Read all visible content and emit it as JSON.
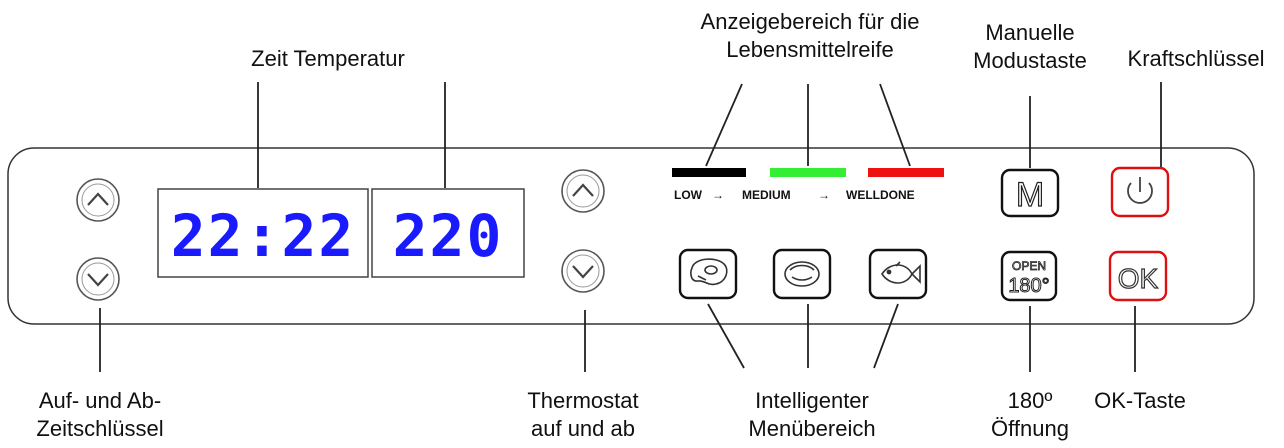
{
  "labels": {
    "time_temp": "Zeit Temperatur",
    "maturity_line1": "Anzeigebereich für die",
    "maturity_line2": "Lebensmittelreife",
    "manual_line1": "Manuelle",
    "manual_line2": "Modustaste",
    "power": "Kraftschlüssel",
    "updown_line1": "Auf- und Ab-",
    "updown_line2": "Zeitschlüssel",
    "thermo_line1": "Thermostat",
    "thermo_line2": "auf und ab",
    "smart_line1": "Intelligenter",
    "smart_line2": "Menübereich",
    "open_line1": "180º",
    "open_line2": "Öffnung",
    "ok_label": "OK-Taste"
  },
  "display": {
    "time": "22:22",
    "temperature": "220",
    "digit_color": "#1a1aff"
  },
  "maturity": {
    "low": "LOW",
    "medium": "MEDIUM",
    "welldone": "WELLDONE",
    "arrow": "→",
    "low_color": "#000000",
    "medium_color": "#33ee33",
    "welldone_color": "#ee1111"
  },
  "buttons": {
    "manual": "M",
    "open_top": "OPEN",
    "open_bottom": "180°",
    "ok": "OK",
    "power_icon": "power-icon",
    "meat_icon": "steak-icon",
    "bread_icon": "bread-icon",
    "fish_icon": "fish-icon",
    "up_icon": "chevron-up-icon",
    "down_icon": "chevron-down-icon",
    "highlight_color": "#dd1111"
  }
}
